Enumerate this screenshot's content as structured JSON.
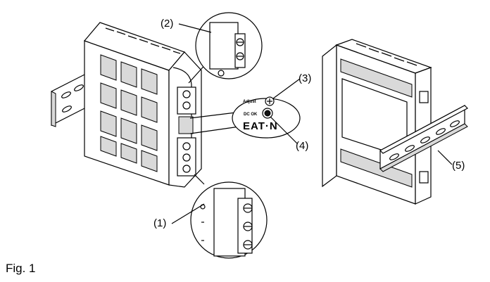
{
  "figure": {
    "caption": "Fig. 1",
    "callouts": {
      "c1": "(1)",
      "c2": "(2)",
      "c3": "(3)",
      "c4": "(4)",
      "c5": "(5)"
    },
    "panel": {
      "adjust_label": "Adjust",
      "dc_ok_label": "DC OK",
      "brand": "EAT·N"
    }
  }
}
